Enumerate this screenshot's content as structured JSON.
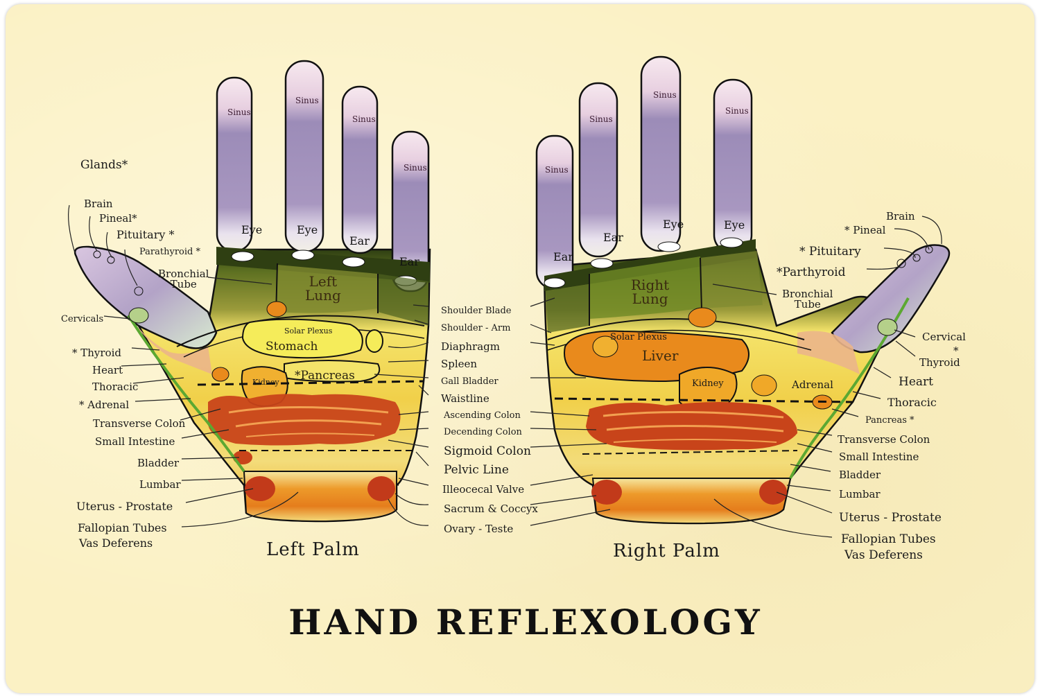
{
  "title": "HAND REFLEXOLOGY",
  "palms": {
    "left": "Left Palm",
    "right": "Right Palm"
  },
  "fingers_left": {
    "sinus": "Sinus",
    "eye": "Eye",
    "ear": "Ear"
  },
  "fingers_right": {
    "sinus": "Sinus",
    "eye": "Eye",
    "ear": "Ear"
  },
  "left_inner": {
    "lung": "Left\nLung",
    "solar_plexus": "Solar Plexus",
    "stomach": "Stomach",
    "pancreas": "*Pancreas",
    "kidney": "Kidney"
  },
  "right_inner": {
    "lung": "Right\nLung",
    "solar_plexus": "Solar Plexus",
    "liver": "Liver",
    "kidney": "Kidney",
    "adrenal": "Adrenal"
  },
  "left_labels": {
    "glands": "Glands*",
    "brain": "Brain",
    "pineal": "Pineal*",
    "pituitary": "Pituitary *",
    "parathyroid": "Parathyroid *",
    "bronchial": "Bronchial\nTube",
    "cervicals": "Cervicals",
    "thyroid": "* Thyroid",
    "heart": "Heart",
    "thoracic": "Thoracic",
    "adrenal": "* Adrenal",
    "transverse_colon": "Transverse Colon",
    "small_intestine": "Small Intestine",
    "bladder": "Bladder",
    "lumbar": "Lumbar",
    "uterus": "Uterus - Prostate",
    "fallopian": "Fallopian Tubes",
    "vas": "Vas Deferens"
  },
  "center_labels": [
    "Shoulder Blade",
    "Shoulder - Arm",
    "Diaphragm",
    "Spleen",
    "Gall Bladder",
    "Waistline",
    "Ascending Colon",
    "Decending Colon",
    "Sigmoid Colon",
    "Pelvic Line",
    "Illeocecal Valve",
    "Sacrum & Coccyx",
    "Ovary - Teste"
  ],
  "right_labels": {
    "brain": "Brain",
    "pineal": "* Pineal",
    "pituitary": "* Pituitary",
    "parthyroid": "*Parthyroid",
    "bronchial": "Bronchial\nTube",
    "cervical": "Cervical",
    "star": "*",
    "thyroid": "Thyroid",
    "heart": "Heart",
    "thoracic": "Thoracic",
    "pancreas": "Pancreas *",
    "transverse_colon": "Transverse Colon",
    "small_intestine": "Small Intestine",
    "bladder": "Bladder",
    "lumbar": "Lumbar",
    "uterus": "Uterus - Prostate",
    "fallopian": "Fallopian Tubes",
    "vas": "Vas Deferens"
  },
  "colors": {
    "background": "#fbf1c4",
    "finger_tip": "#f3e0ec",
    "finger_purple": "#9c8cb8",
    "lung_green": "#6f7d2a",
    "dark_band": "#2f3f12",
    "stomach_yellow": "#f5ec5a",
    "liver_orange": "#e98a1c",
    "colon_red": "#c8441a",
    "wrist_orange": "#e6a12c"
  }
}
